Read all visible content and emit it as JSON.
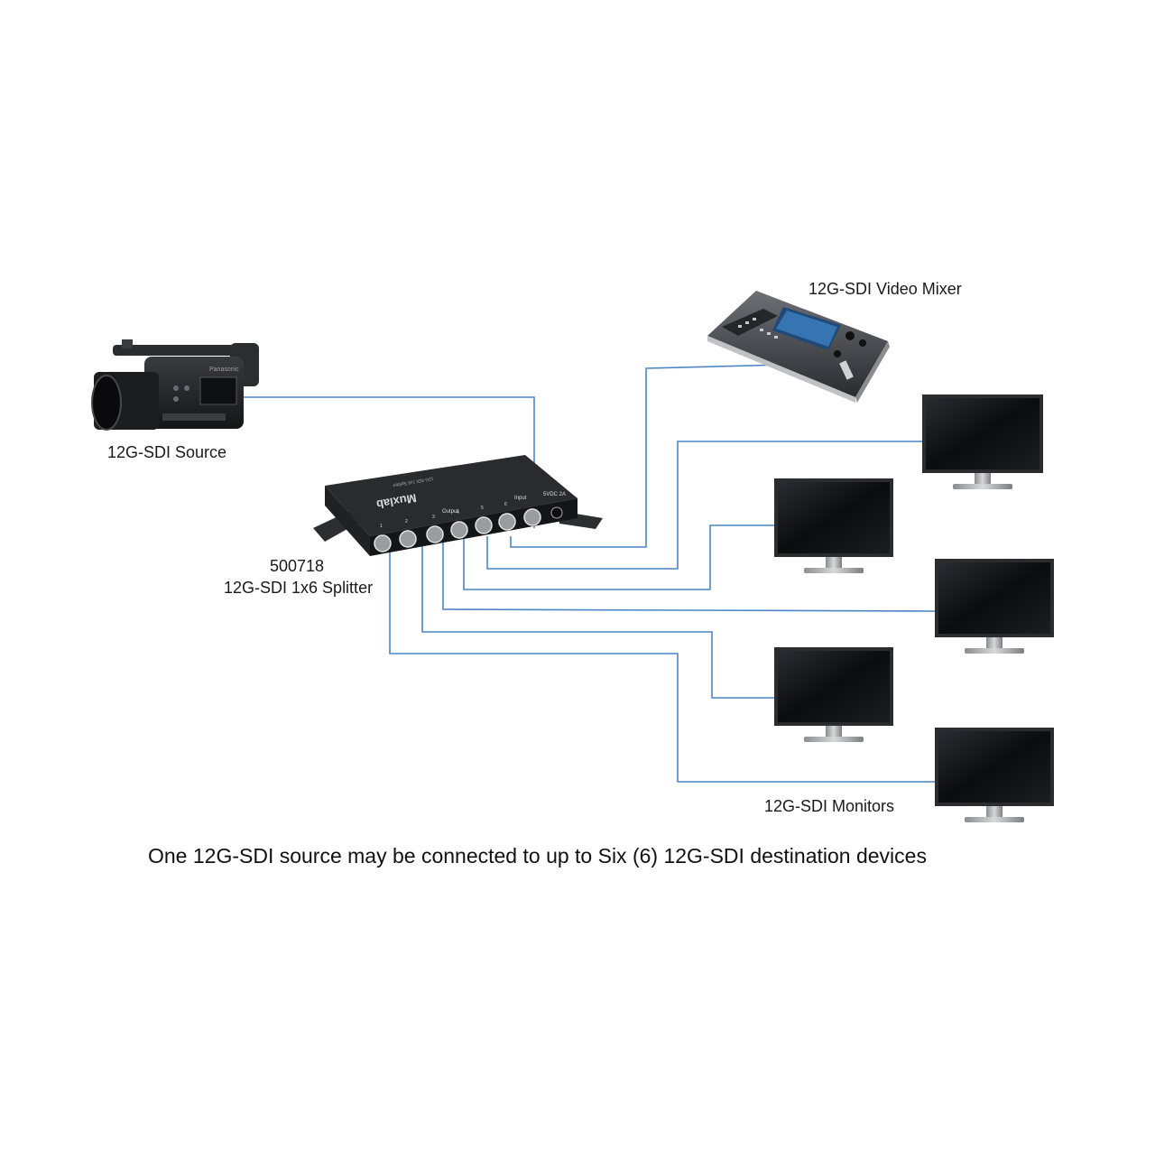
{
  "labels": {
    "source": "12G-SDI Source",
    "mixer": "12G-SDI Video Mixer",
    "splitter_model": "500718",
    "splitter_name": "12G-SDI 1x6 Splitter",
    "monitors": "12G-SDI Monitors"
  },
  "caption": "One 12G-SDI source may be connected to up to Six (6) 12G-SDI destination devices",
  "splitter_device": {
    "brand": "Muxlab",
    "product_line": "12G-SDI 1x6 Splitter",
    "output_label": "Output",
    "input_label": "Input",
    "power_label": "5VDC 2A",
    "port_numbers": [
      "1",
      "2",
      "3",
      "4",
      "5",
      "6"
    ]
  },
  "camera_brand": "Panasonic",
  "colors": {
    "cable": "#4a86c5",
    "device_body": "#1e1f22",
    "screen": "#0e0f12"
  }
}
